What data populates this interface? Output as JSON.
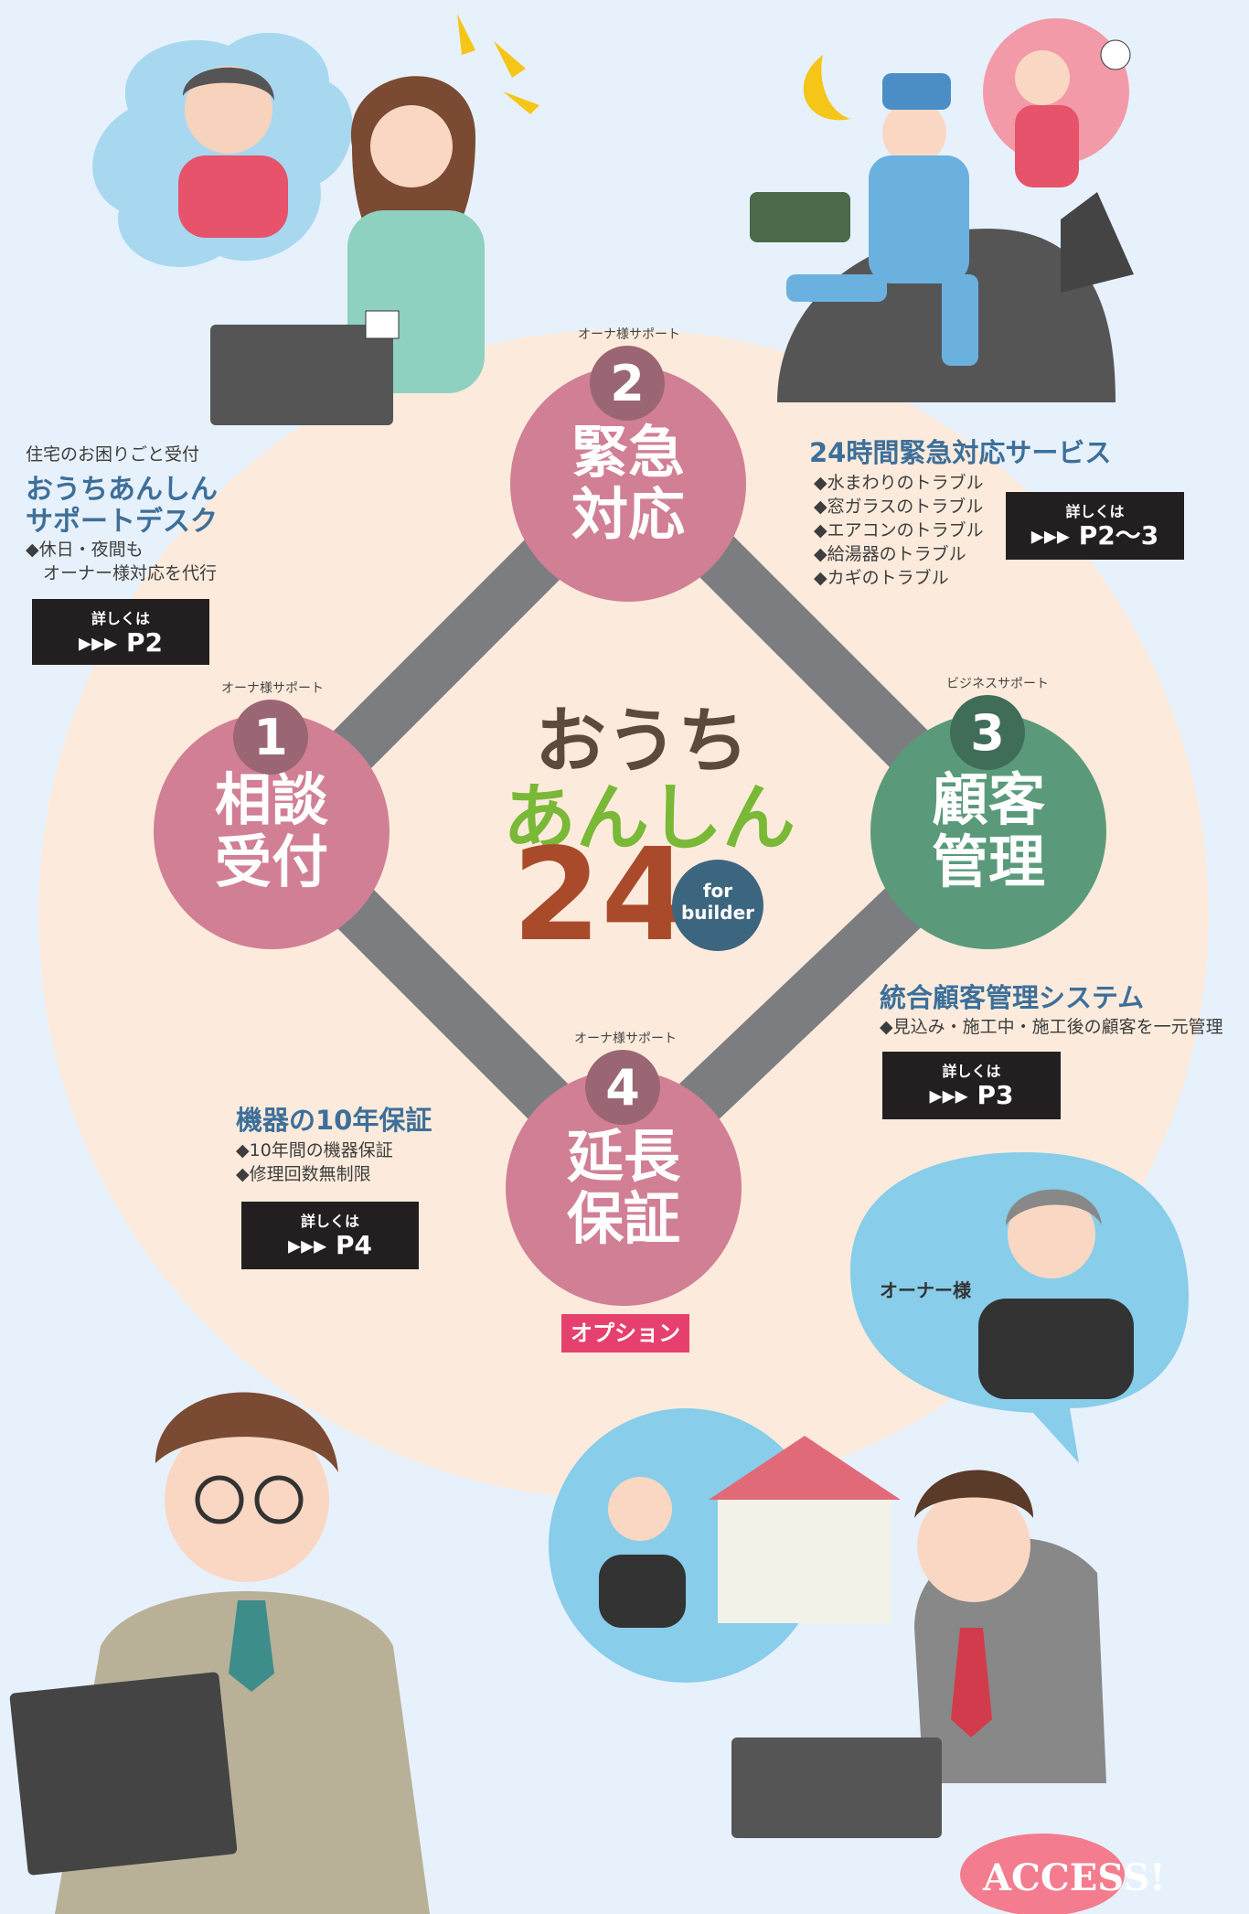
{
  "logo": {
    "line1": "おうち",
    "line2": "あんしん",
    "number": "24",
    "badge_line1": "for",
    "badge_line2": "builder"
  },
  "services": [
    {
      "num": "1",
      "caption": "オーナ様サポート",
      "title_l1": "相談",
      "title_l2": "受付"
    },
    {
      "num": "2",
      "caption": "オーナ様サポート",
      "title_l1": "緊急",
      "title_l2": "対応"
    },
    {
      "num": "3",
      "caption": "ビジネスサポート",
      "title_l1": "顧客",
      "title_l2": "管理"
    },
    {
      "num": "4",
      "caption": "オーナ様サポート",
      "title_l1": "延長",
      "title_l2": "保証"
    }
  ],
  "option_label": "オプション",
  "desk": {
    "sub": "住宅のお困りごと受付",
    "title_l1": "おうちあんしん",
    "title_l2": "サポートデスク",
    "bullets": [
      "◆休日・夜間も",
      "　オーナー様対応を代行"
    ],
    "btn_l1": "詳しくは",
    "btn_l2": "▸▸▸ P2"
  },
  "emergency": {
    "title": "24時間緊急対応サービス",
    "bullets": [
      "◆水まわりのトラブル",
      "◆窓ガラスのトラブル",
      "◆エアコンのトラブル",
      "◆給湯器のトラブル",
      "◆カギのトラブル"
    ],
    "btn_l1": "詳しくは",
    "btn_l2": "▸▸▸ P2〜3"
  },
  "crm": {
    "title": "統合顧客管理システム",
    "bullets": [
      "◆見込み・施工中・施工後の顧客を一元管理"
    ],
    "btn_l1": "詳しくは",
    "btn_l2": "▸▸▸ P3"
  },
  "warranty": {
    "title": "機器の10年保証",
    "bullets": [
      "◆10年間の機器保証",
      "◆修理回数無制限"
    ],
    "btn_l1": "詳しくは",
    "btn_l2": "▸▸▸ P4"
  },
  "owner_label": "オーナー様",
  "access_label": "ACCESS!",
  "colors": {
    "background": "#e7f1fb",
    "big_circle": "#fcebdc",
    "service_pink": "#d17f94",
    "service_green": "#5a9a7a",
    "number_badge": "#9b6673",
    "number_badge_green": "#3f6d57",
    "connector": "#7c7d80",
    "button_dark": "#231f20",
    "accent_red": "#e6416e",
    "logo_brown": "#5c4a3c",
    "logo_green": "#7ab837",
    "logo_rust": "#a94a2b",
    "for_builder_badge": "#3c6680"
  }
}
